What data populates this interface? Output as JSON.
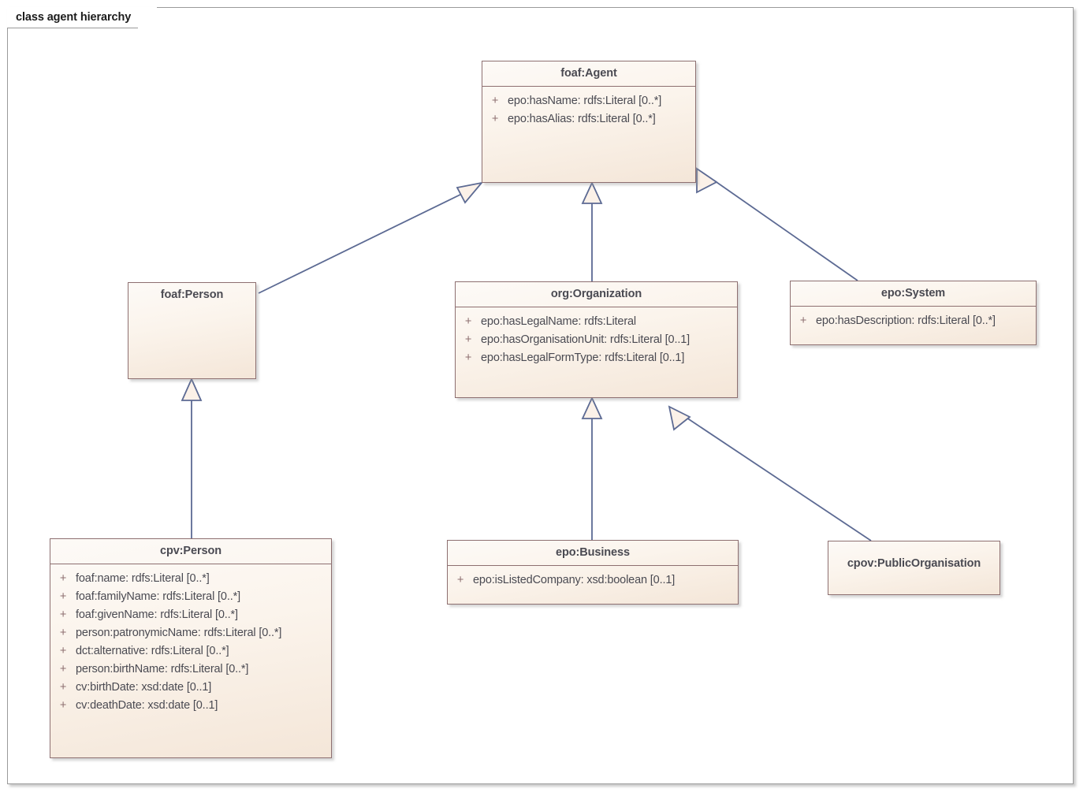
{
  "diagram": {
    "kind": "class",
    "title": "class agent hierarchy",
    "tab_label": "class agent hierarchy",
    "colors": {
      "class_border": "#8d6f70",
      "class_fill_light": "#fdfaf7",
      "class_fill_dark": "#f4e6d8",
      "connector": "#5c6a93",
      "text": "#4a4a52",
      "visibility": "#8d6f70",
      "frame_border": "#9a9a9a"
    },
    "classes": [
      {
        "id": "foaf-agent",
        "name": "foaf:Agent",
        "attributes": [
          {
            "visibility": "+",
            "signature": "epo:hasName: rdfs:Literal [0..*]"
          },
          {
            "visibility": "+",
            "signature": "epo:hasAlias: rdfs:Literal [0..*]"
          }
        ]
      },
      {
        "id": "foaf-person",
        "name": "foaf:Person",
        "attributes": []
      },
      {
        "id": "org-organization",
        "name": "org:Organization",
        "attributes": [
          {
            "visibility": "+",
            "signature": "epo:hasLegalName: rdfs:Literal"
          },
          {
            "visibility": "+",
            "signature": "epo:hasOrganisationUnit: rdfs:Literal [0..1]"
          },
          {
            "visibility": "+",
            "signature": "epo:hasLegalFormType: rdfs:Literal [0..1]"
          }
        ]
      },
      {
        "id": "epo-system",
        "name": "epo:System",
        "attributes": [
          {
            "visibility": "+",
            "signature": "epo:hasDescription: rdfs:Literal [0..*]"
          }
        ]
      },
      {
        "id": "cpv-person",
        "name": "cpv:Person",
        "attributes": [
          {
            "visibility": "+",
            "signature": "foaf:name: rdfs:Literal [0..*]"
          },
          {
            "visibility": "+",
            "signature": "foaf:familyName: rdfs:Literal [0..*]"
          },
          {
            "visibility": "+",
            "signature": "foaf:givenName: rdfs:Literal [0..*]"
          },
          {
            "visibility": "+",
            "signature": "person:patronymicName: rdfs:Literal [0..*]"
          },
          {
            "visibility": "+",
            "signature": "dct:alternative: rdfs:Literal [0..*]"
          },
          {
            "visibility": "+",
            "signature": "person:birthName: rdfs:Literal [0..*]"
          },
          {
            "visibility": "+",
            "signature": "cv:birthDate: xsd:date [0..1]"
          },
          {
            "visibility": "+",
            "signature": "cv:deathDate: xsd:date [0..1]"
          }
        ]
      },
      {
        "id": "epo-business",
        "name": "epo:Business",
        "attributes": [
          {
            "visibility": "+",
            "signature": "epo:isListedCompany: xsd:boolean [0..1]"
          }
        ]
      },
      {
        "id": "cpov-publicorganisation",
        "name": "cpov:PublicOrganisation",
        "attributes": []
      }
    ],
    "generalizations": [
      {
        "from": "foaf:Person",
        "to": "foaf:Agent"
      },
      {
        "from": "org:Organization",
        "to": "foaf:Agent"
      },
      {
        "from": "epo:System",
        "to": "foaf:Agent"
      },
      {
        "from": "cpv:Person",
        "to": "foaf:Person"
      },
      {
        "from": "epo:Business",
        "to": "org:Organization"
      },
      {
        "from": "cpov:PublicOrganisation",
        "to": "org:Organization"
      }
    ]
  }
}
